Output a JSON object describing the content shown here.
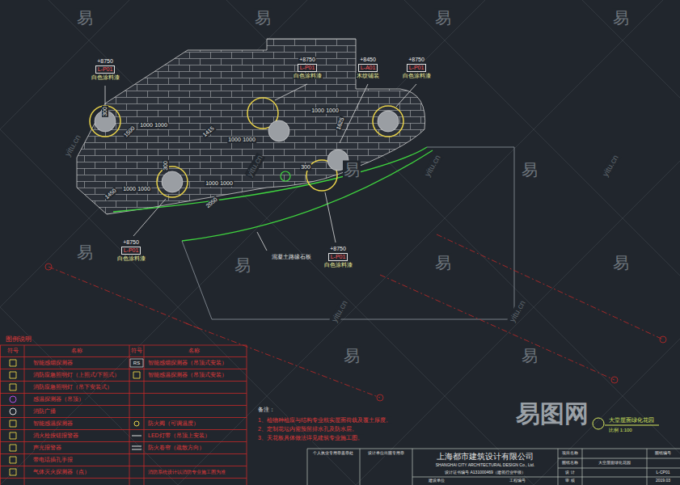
{
  "diagram": {
    "title": "大堂屋面绿化花园",
    "nodes": [
      {
        "text": [
          "+8750",
          "L-P01",
          "白色涂料漆"
        ]
      },
      {
        "text": [
          "+8750",
          "L-P01",
          "白色涂料漆"
        ]
      },
      {
        "text": [
          "+8450",
          "L-A01",
          "木纹铺装"
        ]
      },
      {
        "text": [
          "+8750",
          "L-P01",
          "白色涂料漆"
        ]
      },
      {
        "text": [
          "+8750",
          "L-P01",
          "白色涂料漆"
        ]
      },
      {
        "text": [
          "+8750",
          "L-P01",
          "白色涂料漆"
        ]
      }
    ],
    "labels": [
      "300",
      "1500",
      "1000",
      "1000",
      "300",
      "1450",
      "1000",
      "1000",
      "1000",
      "1000",
      "2050",
      "1415",
      "1000",
      "1000",
      "1000",
      "1000",
      "1625",
      "300",
      "混凝土路缘石板",
      "图例说明",
      "符号",
      "名称",
      "符号",
      "名称",
      "RS",
      "消防系统设计以消防专业施工图为准",
      "备注：",
      "1、植物种植应与结构专业核实屋面荷载及覆土厚度。",
      "2、定制花坛内需预留排水孔及防水层。",
      "3、天花板具体做法详见建筑专业施工图。",
      "个人执业专用章盖章处",
      "设计单位出图专用章",
      "上海都市建筑设计有限公司",
      "SHANGHAI CITY ARCHITECTURAL DESIGN Co., Ltd.",
      "设计证书编号 A131000469（建筑行业甲级）",
      "建设单位",
      "工程编号",
      "项目名称",
      "图纸名称",
      "设 计",
      "审 核",
      "大堂屋面绿化花园",
      "图纸编号",
      "L-CP01",
      "2019.03",
      "比例 1:100",
      "易",
      "易",
      "易",
      "易",
      "易",
      "易",
      "易",
      "易",
      "易",
      "易",
      "易",
      "易",
      "yitu.cn",
      "yitu.cn",
      "yitu.cn",
      "yitu.cn",
      "yitu.cn",
      "yitu.cn",
      "易图网"
    ],
    "legend": [
      {
        "text": "智能感烟探测器"
      },
      {
        "text": "消防应急照明灯（上照式/下照式）"
      },
      {
        "text": "消防应急照明灯（吊下安装式）"
      },
      {
        "text": "感温探测器（吊顶）"
      },
      {
        "text": "消防广播"
      },
      {
        "text": "智能感温探测器"
      },
      {
        "text": "消火栓按钮报警器"
      },
      {
        "text": "声光报警器"
      },
      {
        "text": "带电话插孔手报"
      },
      {
        "text": "气体灭火探测器（点）"
      },
      {
        "text": "智能感烟探测器（吊顶式安装）"
      },
      {
        "text": "智能感温探测器（吊顶式安装）"
      },
      {
        "text": "防火阀（可调温度）"
      },
      {
        "text": "LED灯带（吊顶上安装）"
      },
      {
        "text": "防火卷帘（疏散方向）"
      }
    ]
  }
}
